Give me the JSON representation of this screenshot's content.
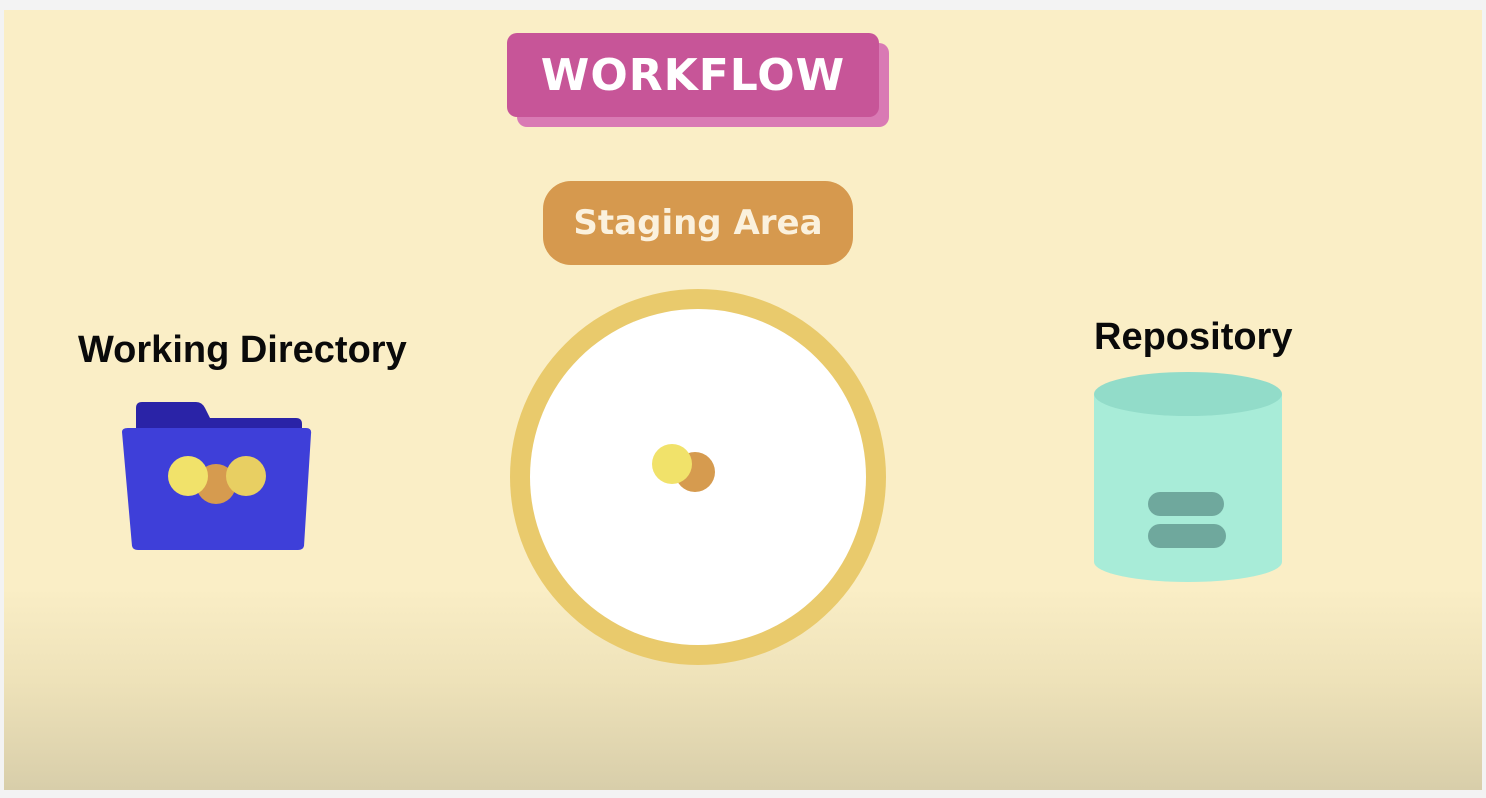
{
  "title": "WORKFLOW",
  "stages": {
    "working_directory": {
      "label": "Working Directory",
      "icon": "folder-icon"
    },
    "staging_area": {
      "label": "Staging Area",
      "icon": "staging-circle"
    },
    "repository": {
      "label": "Repository",
      "icon": "database-icon"
    }
  },
  "colors": {
    "background": "#faeec6",
    "title_badge": "#c75598",
    "title_badge_shadow": "#d97ab4",
    "staging_pill": "#d6994e",
    "staging_ring": "#e9ca6c",
    "folder": "#3e3fd9",
    "folder_tab": "#2a23a7",
    "file_yellow": "#f1e26a",
    "file_orange": "#d69b4f",
    "repository_body": "#a8ecd8",
    "repository_top": "#92dcc9",
    "repository_bars": "#6fa89d"
  }
}
